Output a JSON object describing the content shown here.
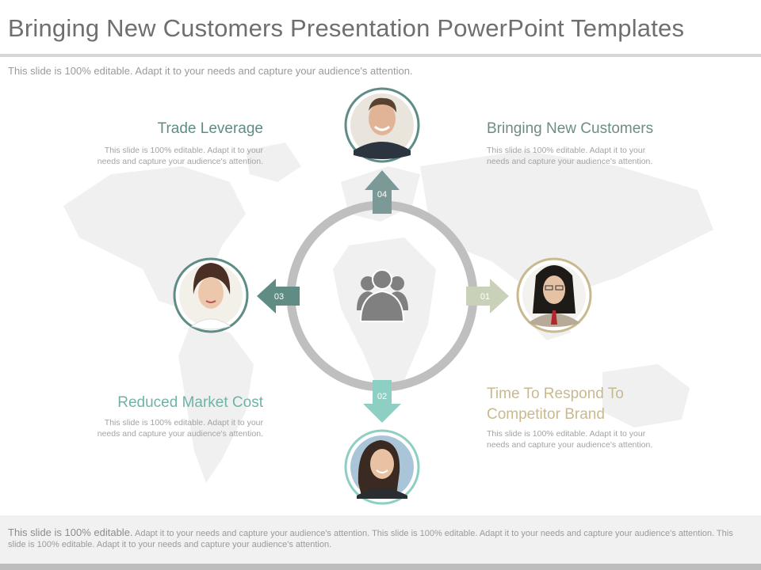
{
  "slide": {
    "title": "Bringing New Customers Presentation PowerPoint Templates",
    "subtitle": "This slide is 100% editable. Adapt it to your needs and capture your audience's attention."
  },
  "colors": {
    "teal_dark": "#5f8c85",
    "teal_light": "#8ecfc4",
    "sage": "#c9d2b8",
    "gold": "#c8b98e",
    "ring": "#bfbfbf",
    "center_icon": "#808080"
  },
  "center": {
    "icon": "group-of-people-icon"
  },
  "items": [
    {
      "number": "01",
      "title": "Bringing New Customers",
      "description": "This slide is 100% editable. Adapt it to your needs and capture your audience's attention.",
      "avatar": "businesswoman-glasses-avatar"
    },
    {
      "number": "02",
      "title": "Time To Respond To Competitor Brand",
      "description": "This slide is 100% editable. Adapt it to your needs and capture your audience's attention.",
      "avatar": "smiling-woman-avatar"
    },
    {
      "number": "03",
      "title": "Reduced Market Cost",
      "description": "This slide is 100% editable. Adapt it to your needs and capture your audience's attention.",
      "avatar": "woman-avatar"
    },
    {
      "number": "04",
      "title": "Trade Leverage",
      "description": "This slide is 100% editable. Adapt it to your needs and capture your audience's attention.",
      "avatar": "smiling-man-avatar"
    }
  ],
  "footer": {
    "lead": "This slide is 100% editable.",
    "text": "Adapt it to your needs and capture your audience's attention. This slide is 100% editable. Adapt it to your needs and capture your audience's attention. This slide is 100% editable. Adapt it to your needs and capture your audience's attention."
  }
}
